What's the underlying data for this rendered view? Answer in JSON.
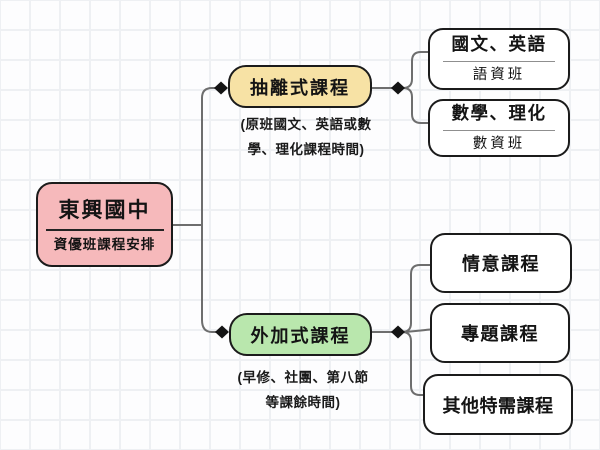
{
  "diagram": {
    "root": {
      "title": "東興國中",
      "subtitle": "資優班課程安排"
    },
    "branch_pullout": {
      "label": "抽離式課程",
      "caption_line1": "(原班國文、英語或數",
      "caption_line2": "學、理化課程時間)",
      "child1": {
        "title": "國文、英語",
        "subtitle": "語資班"
      },
      "child2": {
        "title": "數學、理化",
        "subtitle": "數資班"
      }
    },
    "branch_addon": {
      "label": "外加式課程",
      "caption_line1": "(早修、社團、第八節",
      "caption_line2": "等課餘時間)",
      "child1": {
        "title": "情意課程"
      },
      "child2": {
        "title": "專題課程"
      },
      "child3": {
        "title": "其他特需課程"
      }
    },
    "colors": {
      "root_fill": "#f6b9bb",
      "pullout_fill": "#f7e2a5",
      "addon_fill": "#b9e7ad",
      "node_border": "#1b1b1b",
      "connector_line": "#6e6e6e",
      "junction_dot": "#141414",
      "grid_line": "#eef0f3",
      "background": "#fdfdfe"
    }
  }
}
